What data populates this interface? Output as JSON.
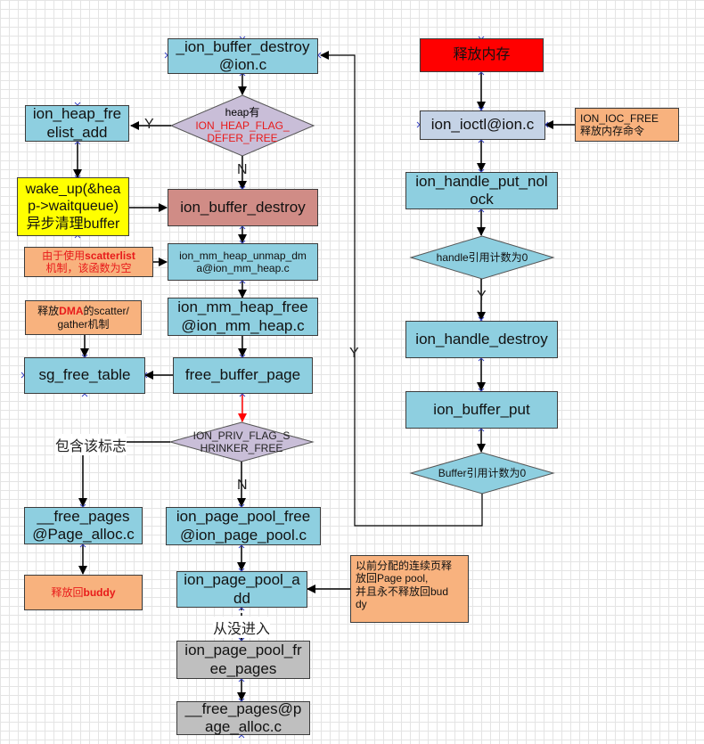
{
  "nodes": {
    "ion_buffer_destroy_top": "_ion_buffer_destroy\n@ion.c",
    "heap_check_line1": "heap有",
    "heap_check_line2": "ION_HEAP_FLAG_\nDEFER_FREE",
    "ion_heap_freelist_add": "ion_heap_fre\nelist_add",
    "wake_up": "wake_up(&hea\np->waitqueue)\n异步清理buffer",
    "ion_buffer_destroy": "ion_buffer_destroy",
    "note_scatterlist_a": "由于使用",
    "note_scatterlist_b": "scatterlist",
    "note_scatterlist_c": "\n机制，该函数为空",
    "ion_mm_heap_unmap_dma": "ion_mm_heap_unmap_dm\na@ion_mm_heap.c",
    "note_dma_a": "释放",
    "note_dma_b": "DMA",
    "note_dma_c": "的scatter/\ngather机制",
    "ion_mm_heap_free": "ion_mm_heap_free\n@ion_mm_heap.c",
    "sg_free_table": "sg_free_table",
    "free_buffer_page": "free_buffer_page",
    "shrinker_check": "ION_PRIV_FLAG_S\nHRINKER_FREE",
    "free_pages": "__free_pages\n@Page_alloc.c",
    "note_buddy_a": "释放回",
    "note_buddy_b": "buddy",
    "ion_page_pool_free": "ion_page_pool_free\n@ion_page_pool.c",
    "ion_page_pool_add": "ion_page_pool_a\ndd",
    "note_pool": "以前分配的连续页释\n放回Page pool,\n并且永不释放回bud\ndy",
    "ion_page_pool_free_pages": "ion_page_pool_fr\nee_pages",
    "free_pages_bottom": "__free_pages@p\nage_alloc.c",
    "release_memory": "释放内存",
    "ion_ioctl": "ion_ioctl@ion.c",
    "ion_ioc_free": "ION_IOC_FREE\n释放内存命令",
    "ion_handle_put_nolock": "ion_handle_put_nol\nock",
    "handle_refcount_check": "handle引用计数为0",
    "ion_handle_destroy": "ion_handle_destroy",
    "ion_buffer_put": "ion_buffer_put",
    "buffer_refcount_check": "Buffer引用计数为0"
  },
  "edge_labels": {
    "y_heap": "Y",
    "n_heap": "N",
    "contains_flag": "包含该标志",
    "n_shrinker": "N",
    "never_entered": "从没进入",
    "y_handle": "Y",
    "y_buffer": "Y"
  },
  "colors": {
    "process_blue": "#8ecfe0",
    "note_orange": "#f8b27e",
    "decision_purple": "#c9bed8",
    "start_red": "#ff0000",
    "wakeup_yellow": "#ffff00",
    "destroy_rose": "#d08c86",
    "ioctl_gray_blue": "#c5d3e6",
    "end_gray": "#bfbfbf",
    "accent_red_text": "#e81a1a"
  }
}
